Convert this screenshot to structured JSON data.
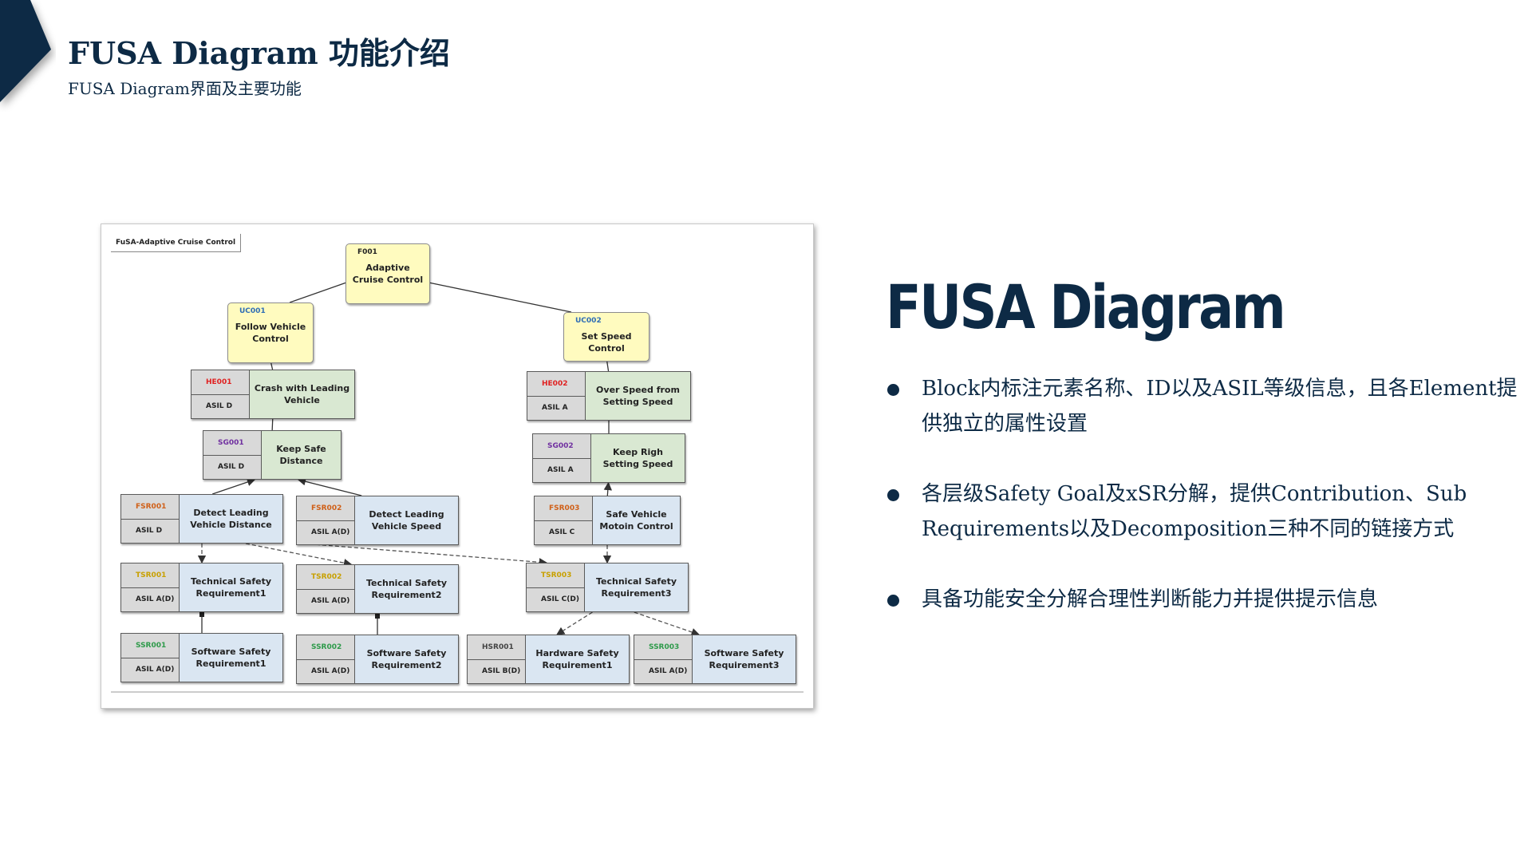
{
  "header": {
    "title": "FUSA Diagram 功能介绍",
    "subtitle": "FUSA Diagram界面及主要功能"
  },
  "colors": {
    "navy": "#0d2a45",
    "function_fill": "#fffbbf",
    "hazard_fill": "#d9e8d2",
    "requirement_fill": "#dae6f2",
    "id_red": "#e02020",
    "id_purple": "#7030a0",
    "id_orange": "#d06018",
    "id_gold": "#c8a000",
    "id_green": "#2e9a4a",
    "id_blue": "#2f6db5"
  },
  "diagram": {
    "frame_label": "FuSA-Adaptive Cruise Control",
    "nodes": [
      {
        "id": "F001",
        "name": "Adaptive Cruise Control",
        "asil": "",
        "kind": "function",
        "id_color": "#222222"
      },
      {
        "id": "UC001",
        "name": "Follow Vehicle Control",
        "asil": "",
        "kind": "function",
        "id_color": "#2f6db5"
      },
      {
        "id": "UC002",
        "name": "Set Speed Control",
        "asil": "",
        "kind": "function",
        "id_color": "#2f6db5"
      },
      {
        "id": "HE001",
        "name": "Crash with Leading Vehicle",
        "asil": "ASIL D",
        "kind": "green",
        "id_color": "#e02020"
      },
      {
        "id": "HE002",
        "name": "Over Speed from Setting Speed",
        "asil": "ASIL A",
        "kind": "green",
        "id_color": "#e02020"
      },
      {
        "id": "SG001",
        "name": "Keep Safe Distance",
        "asil": "ASIL D",
        "kind": "green",
        "id_color": "#7030a0"
      },
      {
        "id": "SG002",
        "name": "Keep Righ Setting Speed",
        "asil": "ASIL A",
        "kind": "green",
        "id_color": "#7030a0"
      },
      {
        "id": "FSR001",
        "name": "Detect Leading Vehicle Distance",
        "asil": "ASIL D",
        "kind": "blue",
        "id_color": "#d06018"
      },
      {
        "id": "FSR002",
        "name": "Detect Leading Vehicle Speed",
        "asil": "ASIL A(D)",
        "kind": "blue",
        "id_color": "#d06018"
      },
      {
        "id": "FSR003",
        "name": "Safe Vehicle Motoin Control",
        "asil": "ASIL C",
        "kind": "blue",
        "id_color": "#d06018"
      },
      {
        "id": "TSR001",
        "name": "Technical Safety Requirement1",
        "asil": "ASIL A(D)",
        "kind": "blue",
        "id_color": "#c8a000"
      },
      {
        "id": "TSR002",
        "name": "Technical Safety Requirement2",
        "asil": "ASIL A(D)",
        "kind": "blue",
        "id_color": "#c8a000"
      },
      {
        "id": "TSR003",
        "name": "Technical Safety Requirement3",
        "asil": "ASIL C(D)",
        "kind": "blue",
        "id_color": "#c8a000"
      },
      {
        "id": "SSR001",
        "name": "Software Safety Requirement1",
        "asil": "ASIL A(D)",
        "kind": "blue",
        "id_color": "#2e9a4a"
      },
      {
        "id": "SSR002",
        "name": "Software Safety Requirement2",
        "asil": "ASIL A(D)",
        "kind": "blue",
        "id_color": "#2e9a4a"
      },
      {
        "id": "HSR001",
        "name": "Hardware Safety Requirement1",
        "asil": "ASIL B(D)",
        "kind": "blue",
        "id_color": "#444444"
      },
      {
        "id": "SSR003",
        "name": "Software Safety Requirement3",
        "asil": "ASIL A(D)",
        "kind": "blue",
        "id_color": "#2e9a4a"
      }
    ],
    "links": [
      {
        "from": "F001",
        "to": "UC001",
        "style": "solid"
      },
      {
        "from": "F001",
        "to": "UC002",
        "style": "solid"
      },
      {
        "from": "UC001",
        "to": "HE001",
        "style": "solid"
      },
      {
        "from": "UC002",
        "to": "HE002",
        "style": "solid"
      },
      {
        "from": "HE001",
        "to": "SG001",
        "style": "solid"
      },
      {
        "from": "HE002",
        "to": "SG002",
        "style": "solid"
      },
      {
        "from": "SG001",
        "to": "FSR001",
        "style": "arrow"
      },
      {
        "from": "SG001",
        "to": "FSR002",
        "style": "arrow"
      },
      {
        "from": "SG002",
        "to": "FSR003",
        "style": "arrow"
      },
      {
        "from": "FSR001",
        "to": "TSR001",
        "style": "dashed"
      },
      {
        "from": "FSR001",
        "to": "TSR002",
        "style": "dashed"
      },
      {
        "from": "FSR001",
        "to": "TSR003",
        "style": "dashed"
      },
      {
        "from": "FSR003",
        "to": "TSR003",
        "style": "dashed"
      },
      {
        "from": "TSR001",
        "to": "SSR001",
        "style": "decomp"
      },
      {
        "from": "TSR002",
        "to": "SSR002",
        "style": "decomp"
      },
      {
        "from": "TSR003",
        "to": "HSR001",
        "style": "dashed"
      },
      {
        "from": "TSR003",
        "to": "SSR003",
        "style": "dashed"
      }
    ]
  },
  "main": {
    "title": "FUSA Diagram",
    "bullets": [
      "Block内标注元素名称、ID以及ASIL等级信息，且各Element提供独立的属性设置",
      "各层级Safety Goal及xSR分解，提供Contribution、Sub Requirements以及Decomposition三种不同的链接方式",
      "具备功能安全分解合理性判断能力并提供提示信息"
    ]
  }
}
